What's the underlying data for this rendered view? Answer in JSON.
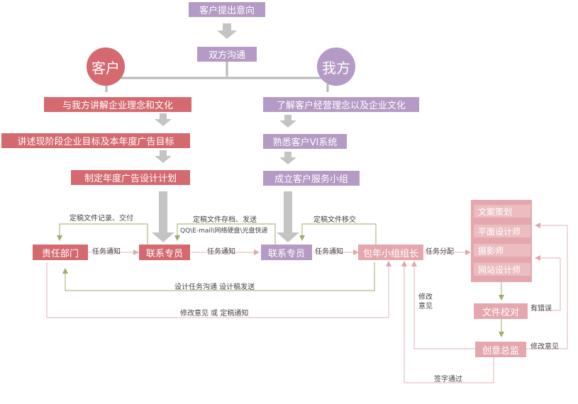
{
  "top": {
    "client_request": "客户提出意向",
    "mutual_communication": "双方沟通"
  },
  "parties": {
    "client": "客户",
    "us": "我方"
  },
  "client_side": {
    "step1": "与我方讲解企业理念和文化",
    "step2": "讲述现阶段企业目标及本年度广告目标",
    "step3": "制定年度广告设计计划"
  },
  "our_side": {
    "step1": "了解客户经营理念以及企业文化",
    "step2": "熟悉客户VI系统",
    "step3": "成立客户服务小组"
  },
  "nodes": {
    "responsible_dept": "责任部门",
    "liaison_1": "联系专员",
    "liaison_2": "联系专员",
    "team_leader": "包年小组组长",
    "file_check": "文件校对",
    "creative_director": "创意总监"
  },
  "team_members": [
    "文案策划",
    "平面设计师",
    "摄影师",
    "网站设计师"
  ],
  "labels": {
    "final_record": "定稿文件记录、交付",
    "final_archive": "定稿文件存档、发送",
    "channels": "QQ\\E-mail\\网络硬盘\\光盘快递",
    "final_transfer": "定稿文件移交",
    "task_notice_1": "任务通知",
    "task_notice_2": "任务通知",
    "task_notice_3": "任务通知",
    "task_assign": "任务分配",
    "design_comm": "设计任务沟通  设计稿发送",
    "revision_or_final": "修改意见 或 定稿通知",
    "revision_comments": "修改意见",
    "revision_comments_2": "修改意见",
    "has_errors": "有错误",
    "signed_pass": "签字通过"
  },
  "colors": {
    "purple": "#b49ac4",
    "red": "#d4696f",
    "pink": "#e5a7ad",
    "grey_arrow": "#c0c0c0",
    "green_line": "#9aae6a",
    "pink_line": "#e2b3b6"
  }
}
